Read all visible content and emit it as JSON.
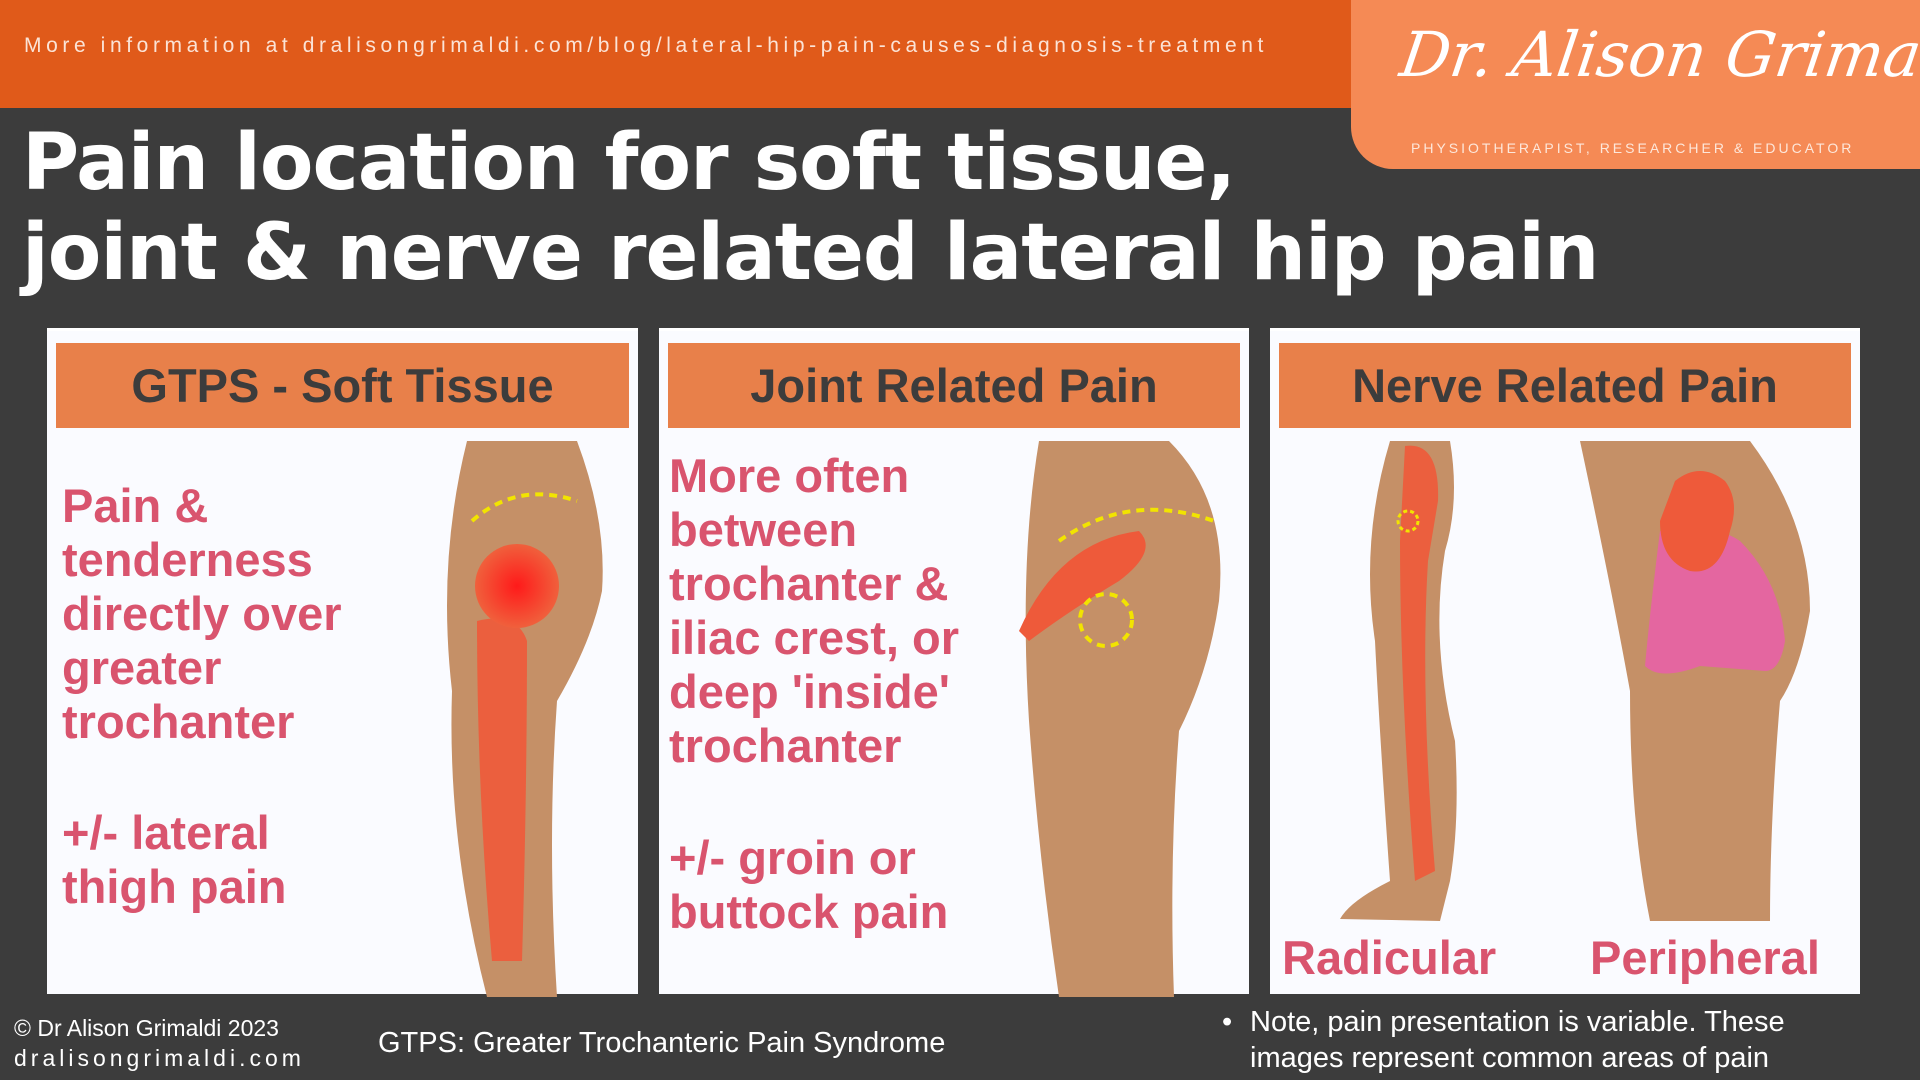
{
  "header": {
    "url_text": "More information at dralisongrimaldi.com/blog/lateral-hip-pain-causes-diagnosis-treatment"
  },
  "logo": {
    "signature": "Dr. Alison Grimaldi",
    "tagline": "PHYSIOTHERAPIST, RESEARCHER & EDUCATOR"
  },
  "title": {
    "line1": "Pain location for soft tissue,",
    "line2": "joint & nerve related lateral hip pain"
  },
  "panels": [
    {
      "heading": "GTPS - Soft Tissue",
      "text1": [
        "Pain &",
        "tenderness",
        "directly over",
        "greater",
        "trochanter"
      ],
      "text2": [
        "+/- lateral",
        "thigh pain"
      ]
    },
    {
      "heading": "Joint Related Pain",
      "text1": [
        "More often",
        "between",
        "trochanter &",
        "iliac crest, or",
        "deep 'inside'",
        "trochanter"
      ],
      "text2": [
        "+/- groin or",
        "buttock pain"
      ]
    },
    {
      "heading": "Nerve Related Pain",
      "label_left": "Radicular",
      "label_right": "Peripheral"
    }
  ],
  "footer": {
    "copyright": "© Dr Alison Grimaldi 2023",
    "website": "dralisongrimaldi.com",
    "abbrev": "GTPS: Greater Trochanteric Pain Syndrome",
    "note_line1": "Note, pain presentation is variable. These",
    "note_line2": "images represent common areas of pain"
  },
  "colors": {
    "orange": "#e05a1a",
    "logo_bg": "#f58a55",
    "header_box": "#e8804a",
    "pink": "#d9546e",
    "bg": "#3c3c3c"
  }
}
